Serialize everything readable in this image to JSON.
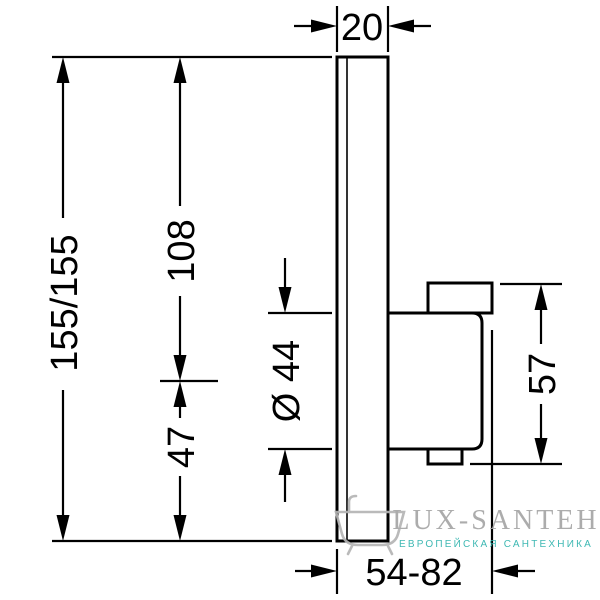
{
  "diagram": {
    "title": "mixer-installation-dimensions",
    "dimensions": {
      "top_width": "20",
      "overall_height": "155/155",
      "top_to_handle_center": "108",
      "handle_center_to_bottom": "47",
      "handle_diameter": "Ø 44",
      "handle_height": "57",
      "install_depth_range": "54-82"
    },
    "watermark": {
      "brand": "LUX-SANTEH",
      "tagline": "ЕВРОПЕЙСКАЯ САНТЕХНИКА"
    },
    "colors": {
      "line": "#000000",
      "background": "#ffffff",
      "watermark_gray": "#a6a6a6",
      "watermark_teal": "#2fb3ad"
    }
  }
}
